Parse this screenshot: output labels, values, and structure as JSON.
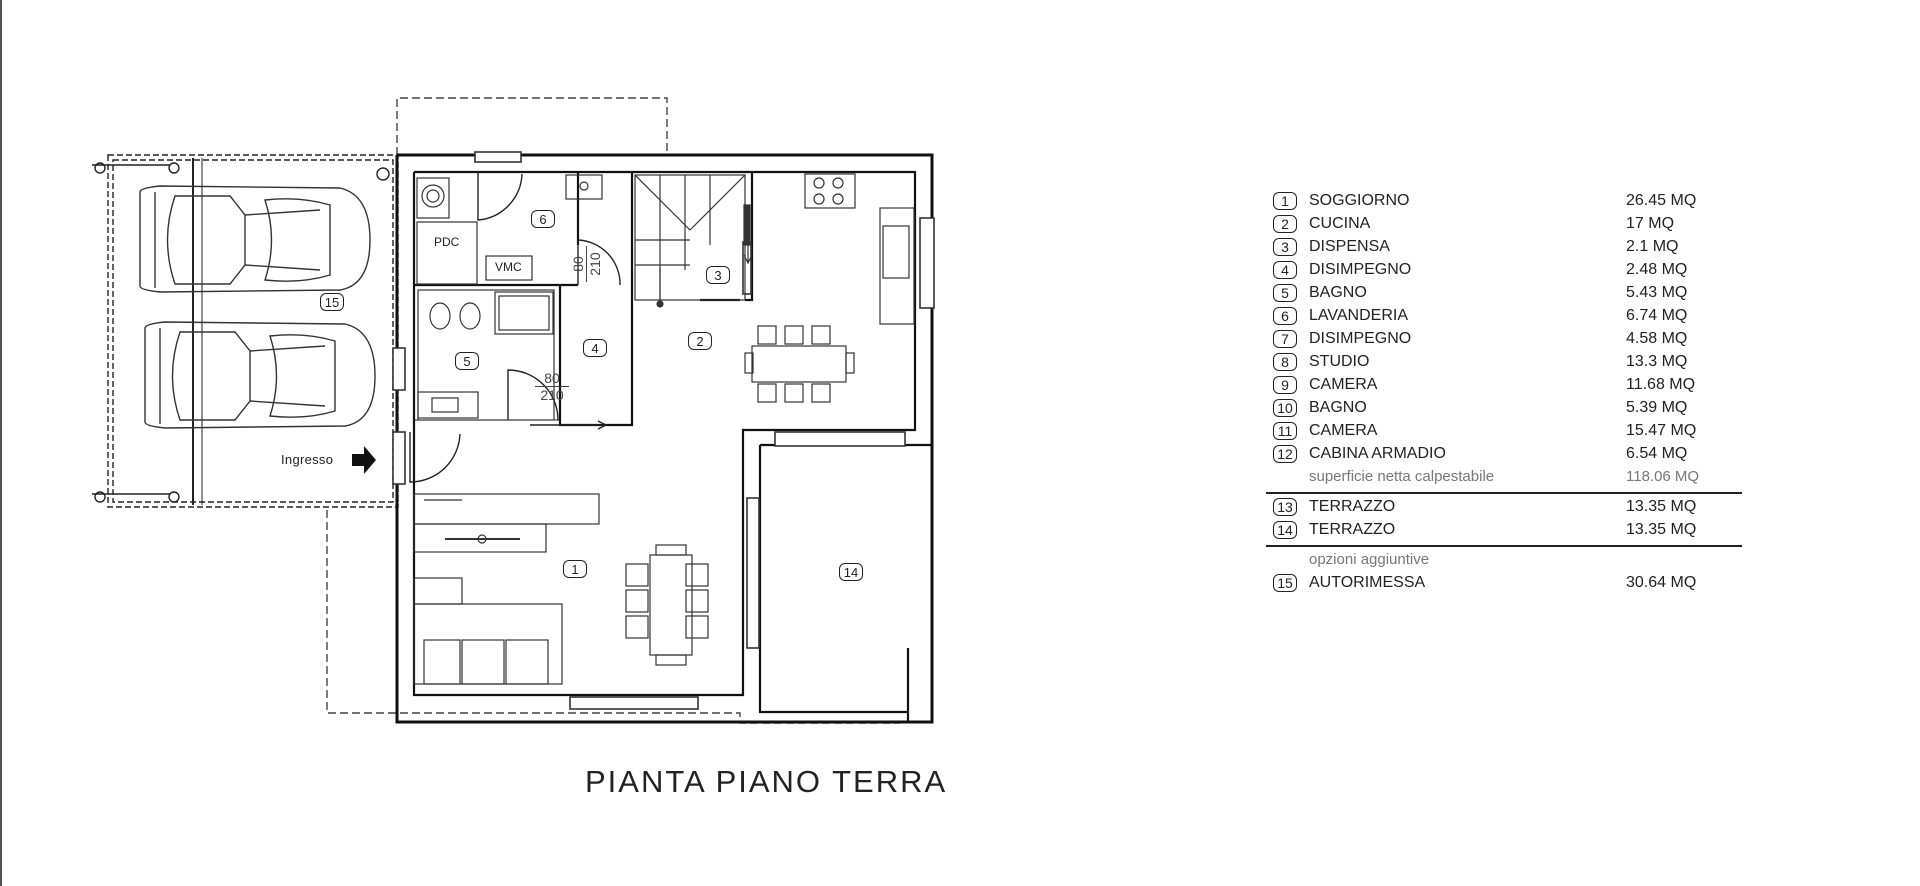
{
  "plan": {
    "title": "PIANTA PIANO TERRA",
    "entrance_label": "Ingresso",
    "fixture_labels": {
      "pdc": "PDC",
      "vmc": "VMC"
    },
    "door_dims": [
      {
        "width": "80",
        "height": "210"
      },
      {
        "width": "80",
        "height": "210"
      }
    ],
    "room_badges": [
      "1",
      "2",
      "3",
      "4",
      "5",
      "6",
      "14",
      "15"
    ]
  },
  "legend": {
    "rooms": [
      {
        "num": "1",
        "name": "SOGGIORNO",
        "area": "26.45 MQ"
      },
      {
        "num": "2",
        "name": "CUCINA",
        "area": "17 MQ"
      },
      {
        "num": "3",
        "name": "DISPENSA",
        "area": "2.1 MQ"
      },
      {
        "num": "4",
        "name": "DISIMPEGNO",
        "area": "2.48 MQ"
      },
      {
        "num": "5",
        "name": "BAGNO",
        "area": "5.43 MQ"
      },
      {
        "num": "6",
        "name": "LAVANDERIA",
        "area": "6.74 MQ"
      },
      {
        "num": "7",
        "name": "DISIMPEGNO",
        "area": "4.58 MQ"
      },
      {
        "num": "8",
        "name": "STUDIO",
        "area": "13.3 MQ"
      },
      {
        "num": "9",
        "name": "CAMERA",
        "area": "11.68 MQ"
      },
      {
        "num": "10",
        "name": "BAGNO",
        "area": "5.39 MQ"
      },
      {
        "num": "11",
        "name": "CAMERA",
        "area": "15.47 MQ"
      },
      {
        "num": "12",
        "name": "CABINA ARMADIO",
        "area": "6.54 MQ"
      }
    ],
    "net_surface": {
      "label": "superficie netta calpestabile",
      "area": "118.06 MQ"
    },
    "terraces": [
      {
        "num": "13",
        "name": "TERRAZZO",
        "area": "13.35 MQ"
      },
      {
        "num": "14",
        "name": "TERRAZZO",
        "area": "13.35 MQ"
      }
    ],
    "options_label": "opzioni aggiuntive",
    "extras": [
      {
        "num": "15",
        "name": "AUTORIMESSA",
        "area": "30.64 MQ"
      }
    ]
  }
}
